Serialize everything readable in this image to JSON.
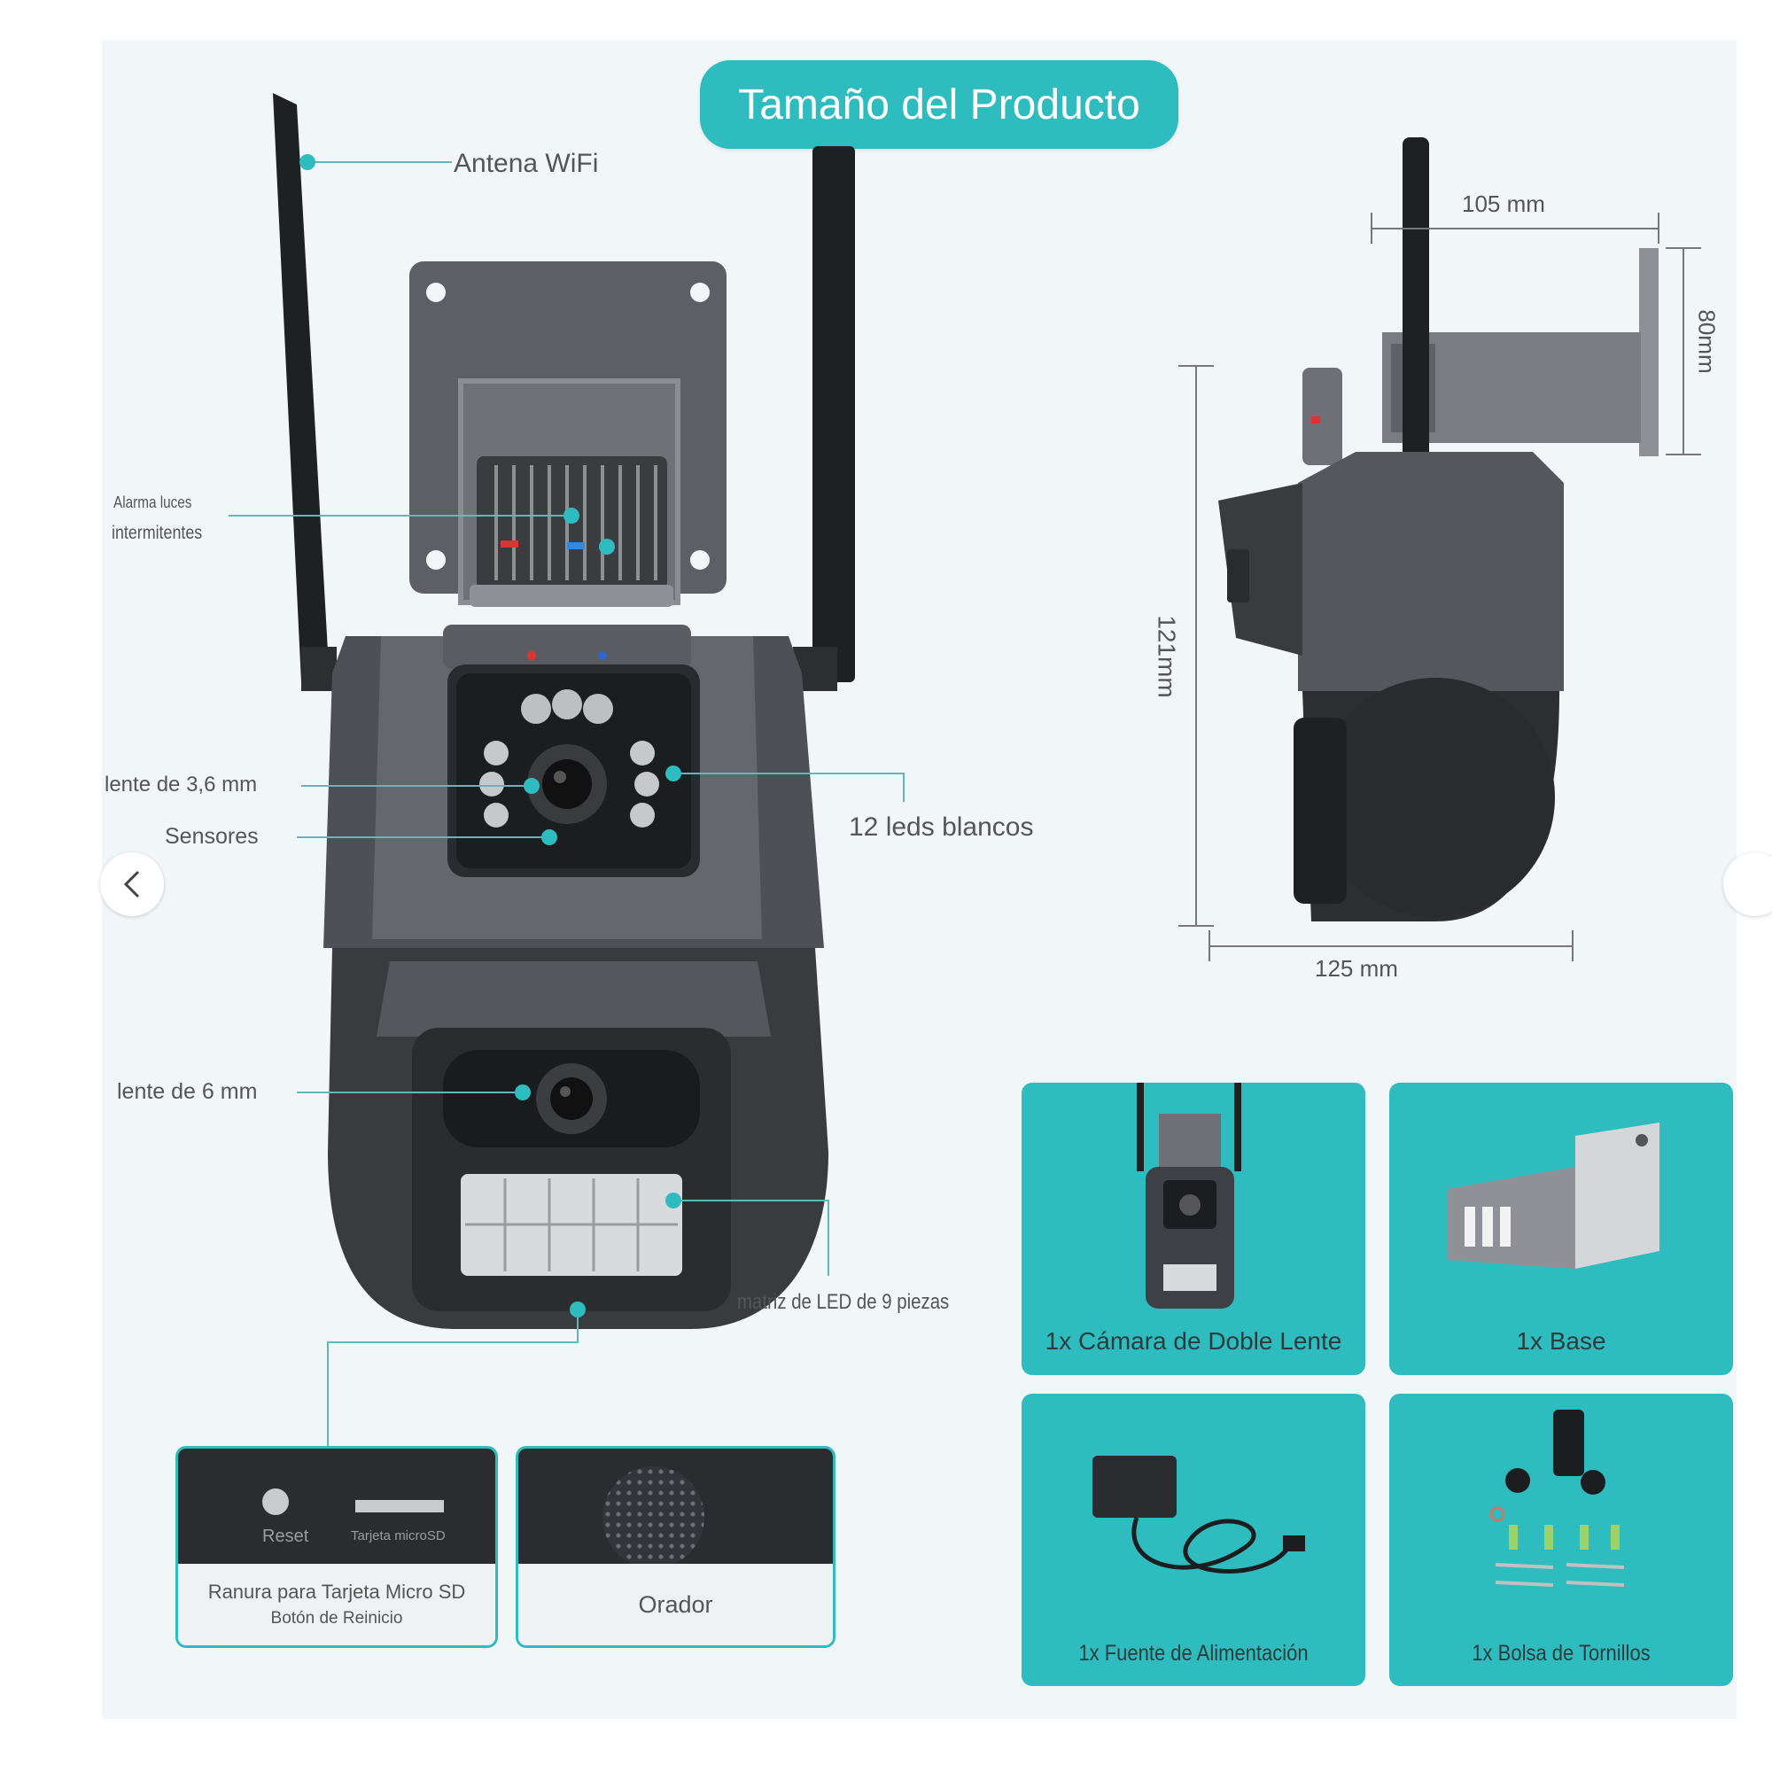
{
  "title": "Tamaño del Producto",
  "accent_color": "#2fbcbe",
  "callouts": {
    "wifi_antenna": "Antena WiFi",
    "alarm_line1": "Alarma luces",
    "alarm_line2": "intermitentes",
    "lens_36": "lente de 3,6 mm",
    "sensors": "Sensores",
    "white_leds": "12 leds blancos",
    "lens_6": "lente de 6 mm",
    "led_matrix": "matriz de LED de 9 piezas"
  },
  "dimensions": {
    "width_top": "105 mm",
    "height_mount": "80mm",
    "height_total": "121mm",
    "width_bottom": "125 mm"
  },
  "insets": {
    "sd": {
      "reset_label": "Reset",
      "sd_label": "Tarjeta microSD",
      "caption_line1": "Ranura para Tarjeta Micro SD",
      "caption_line2": "Botón de Reinicio"
    },
    "speaker": {
      "caption": "Orador"
    }
  },
  "package_contents": [
    {
      "label": "1x Cámara de Doble Lente",
      "icon": "camera-icon"
    },
    {
      "label": "1x Base",
      "icon": "bracket-icon"
    },
    {
      "label": "1x Fuente de Alimentación",
      "icon": "power-adapter-icon"
    },
    {
      "label": "1x Bolsa de Tornillos",
      "icon": "screws-icon"
    }
  ],
  "nav": {
    "prev_icon": "chevron-left-icon",
    "next_icon": "chevron-right-icon"
  }
}
